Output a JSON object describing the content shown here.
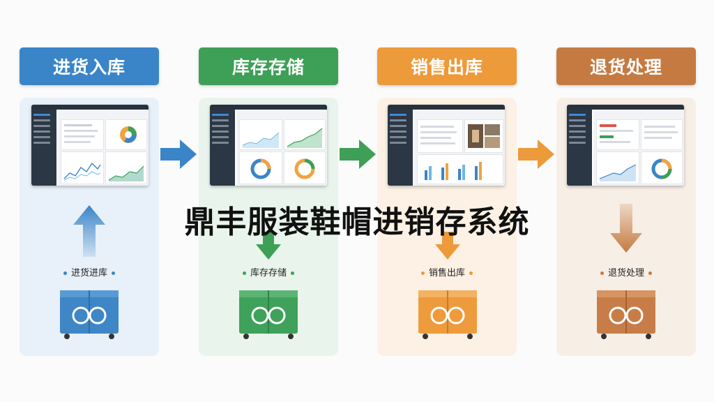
{
  "title": "鼎丰服装鞋帽进销存系统",
  "colors": {
    "blue": "#3a85c8",
    "green": "#3e9f57",
    "orange": "#ed9a3a",
    "brown": "#c57a42"
  },
  "stages": [
    {
      "header": "进货入库",
      "label": "进货进库",
      "color": "#3a85c8",
      "box_color": "#3f86c6",
      "panel_title": "进货"
    },
    {
      "header": "库存存储",
      "label": "库存存储",
      "color": "#3e9f57",
      "box_color": "#3fa25a",
      "panel_title": "库存"
    },
    {
      "header": "销售出库",
      "label": "销售出库",
      "color": "#ed9a3a",
      "box_color": "#ee9b3d",
      "panel_title": "销售"
    },
    {
      "header": "退货处理",
      "label": "退货处理",
      "color": "#c57a42",
      "box_color": "#c87d48",
      "panel_title": "退货"
    }
  ]
}
